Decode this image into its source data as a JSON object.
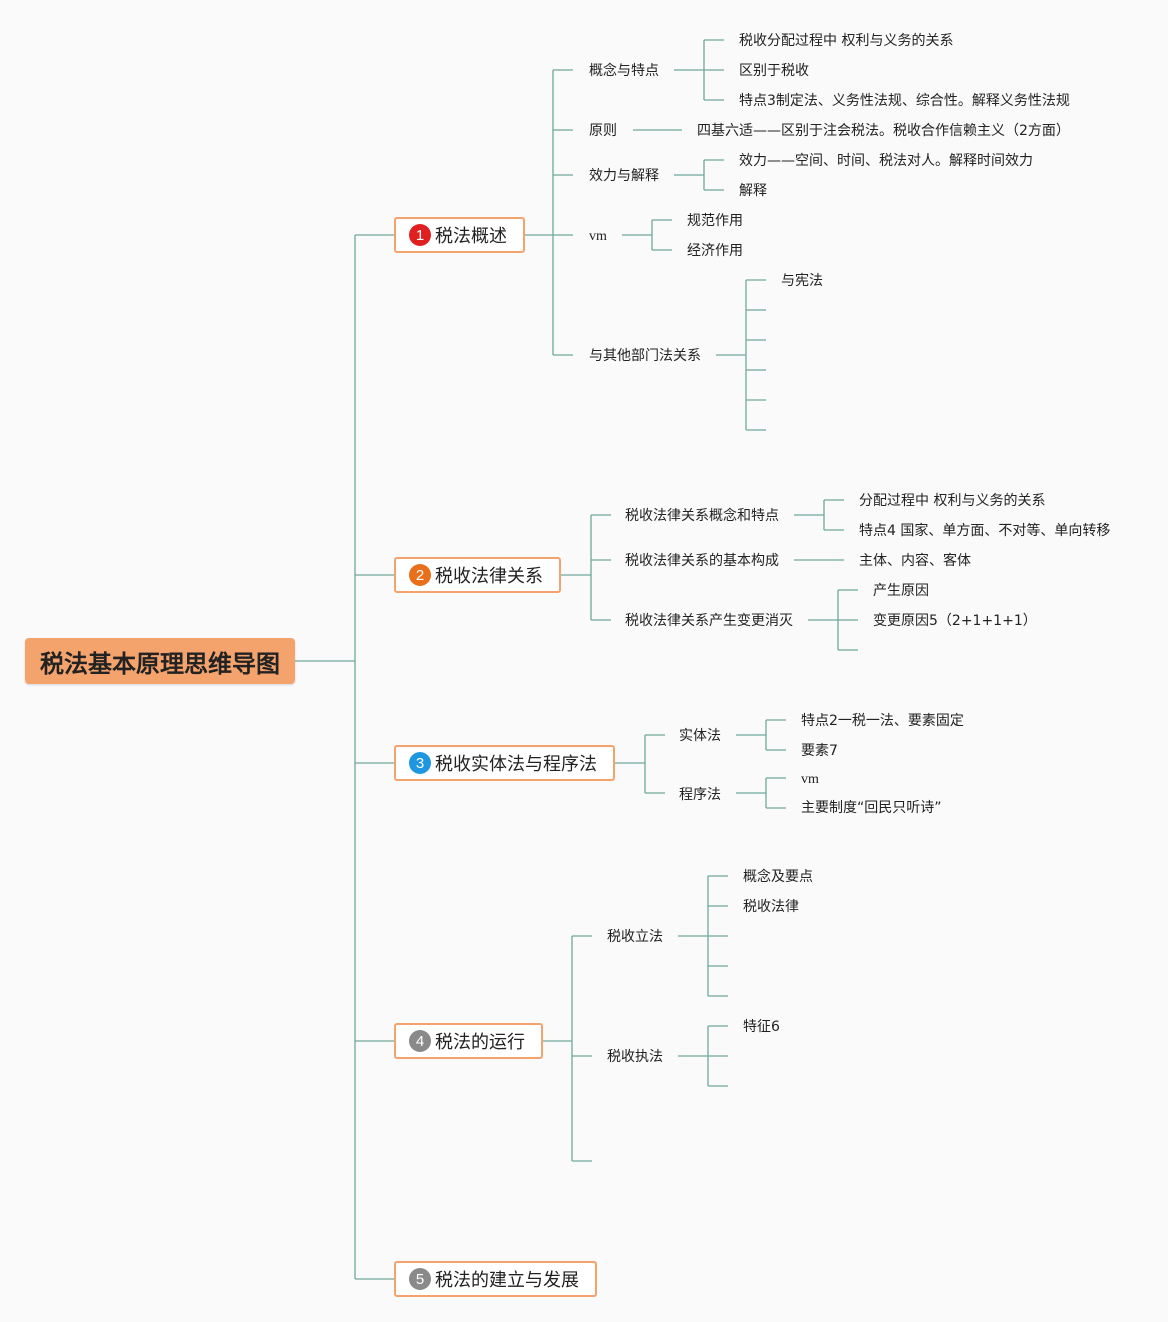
{
  "title": "税法基本原理思维导图",
  "colors": {
    "line": "#6fa99a",
    "root_fill": "#f4a36d",
    "node_border": "#f4a36d",
    "badge_red": "#e02020",
    "badge_orange": "#e8701a",
    "badge_blue": "#1e96e0",
    "badge_gray": "#8a8a8a"
  },
  "branches": [
    {
      "num": "1",
      "label": "税法概述",
      "children": [
        {
          "label": "概念与特点",
          "children": [
            "税收分配过程中 权利与义务的关系",
            "区别于税收",
            "特点3制定法、义务性法规、综合性。解释义务性法规"
          ]
        },
        {
          "label": "原则",
          "children": [
            "四基六适——区别于注会税法。税收合作信赖主义（2方面）"
          ]
        },
        {
          "label": "效力与解释",
          "children": [
            "效力——空间、时间、税法对人。解释时间效力",
            "解释"
          ]
        },
        {
          "label": "vm",
          "children": [
            "规范作用",
            "经济作用"
          ]
        },
        {
          "label": "与其他部门法关系",
          "children": [
            "与宪法"
          ]
        }
      ]
    },
    {
      "num": "2",
      "label": "税收法律关系",
      "children": [
        {
          "label": "税收法律关系概念和特点",
          "children": [
            "分配过程中 权利与义务的关系",
            "特点4 国家、单方面、不对等、单向转移"
          ]
        },
        {
          "label": "税收法律关系的基本构成",
          "children": [
            "主体、内容、客体"
          ]
        },
        {
          "label": "税收法律关系产生变更消灭",
          "children": [
            "产生原因",
            "变更原因5（2+1+1+1）"
          ]
        }
      ]
    },
    {
      "num": "3",
      "label": "税收实体法与程序法",
      "children": [
        {
          "label": "实体法",
          "children": [
            "特点2一税一法、要素固定",
            "要素7"
          ]
        },
        {
          "label": "程序法",
          "children": [
            "vm",
            "主要制度“回民只听诗”"
          ]
        }
      ]
    },
    {
      "num": "4",
      "label": "税法的运行",
      "children": [
        {
          "label": "税收立法",
          "children": [
            "概念及要点",
            "税收法律"
          ]
        },
        {
          "label": "税收执法",
          "children": [
            "特征6"
          ]
        }
      ]
    },
    {
      "num": "5",
      "label": "税法的建立与发展",
      "children": []
    }
  ]
}
